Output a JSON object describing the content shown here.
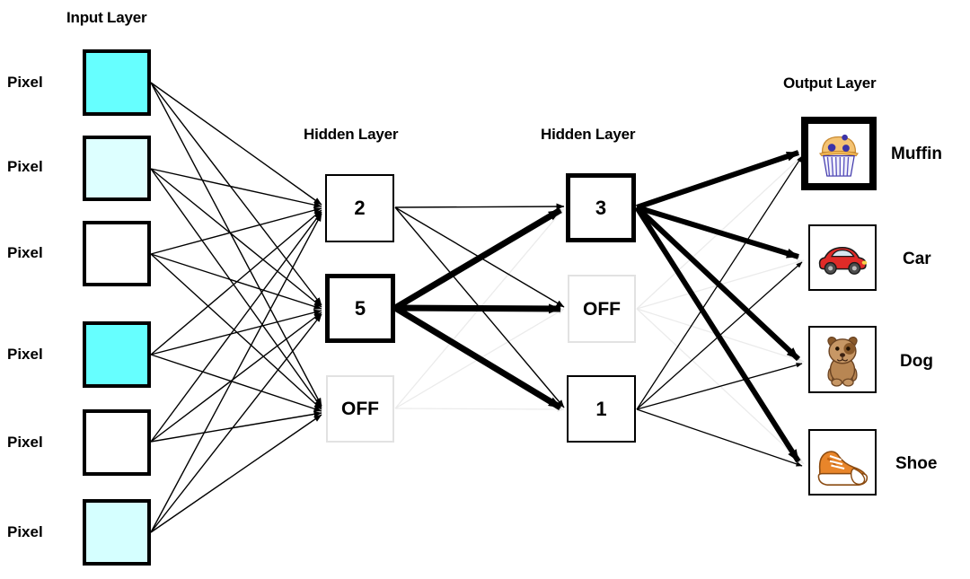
{
  "diagram": {
    "title_input": "Input Layer",
    "title_hidden_1": "Hidden Layer",
    "title_hidden_2": "Hidden Layer",
    "title_output": "Output Layer",
    "colors": {
      "bright_cyan": "#66ffff",
      "pale_cyan": "#ddffff",
      "pale_cyan_2": "#d5ffff",
      "white": "#ffffff",
      "edge_active": "#000000",
      "edge_off": "#ebebeb",
      "border": "#000000",
      "border_off": "#e2e2e2"
    }
  },
  "input_layer": {
    "label": "Input Layer",
    "nodes": [
      {
        "label": "Pixel",
        "fill": "#66ffff",
        "state": "on"
      },
      {
        "label": "Pixel",
        "fill": "#ddffff",
        "state": "on"
      },
      {
        "label": "Pixel",
        "fill": "#ffffff",
        "state": "off"
      },
      {
        "label": "Pixel",
        "fill": "#66ffff",
        "state": "on"
      },
      {
        "label": "Pixel",
        "fill": "#ffffff",
        "state": "off"
      },
      {
        "label": "Pixel",
        "fill": "#d5ffff",
        "state": "on"
      }
    ]
  },
  "hidden_layer_1": {
    "label": "Hidden Layer",
    "nodes": [
      {
        "value": "2",
        "state": "on",
        "weight": "thin"
      },
      {
        "value": "5",
        "state": "on",
        "weight": "thick"
      },
      {
        "value": "OFF",
        "state": "off",
        "weight": "off"
      }
    ]
  },
  "hidden_layer_2": {
    "label": "Hidden Layer",
    "nodes": [
      {
        "value": "3",
        "state": "on",
        "weight": "thick"
      },
      {
        "value": "OFF",
        "state": "off",
        "weight": "off"
      },
      {
        "value": "1",
        "state": "on",
        "weight": "thin"
      }
    ]
  },
  "output_layer": {
    "label": "Output Layer",
    "nodes": [
      {
        "label": "Muffin",
        "icon": "muffin-image",
        "selected": true
      },
      {
        "label": "Car",
        "icon": "car-image",
        "selected": false
      },
      {
        "label": "Dog",
        "icon": "dog-image",
        "selected": false
      },
      {
        "label": "Shoe",
        "icon": "shoe-image",
        "selected": false
      }
    ]
  }
}
